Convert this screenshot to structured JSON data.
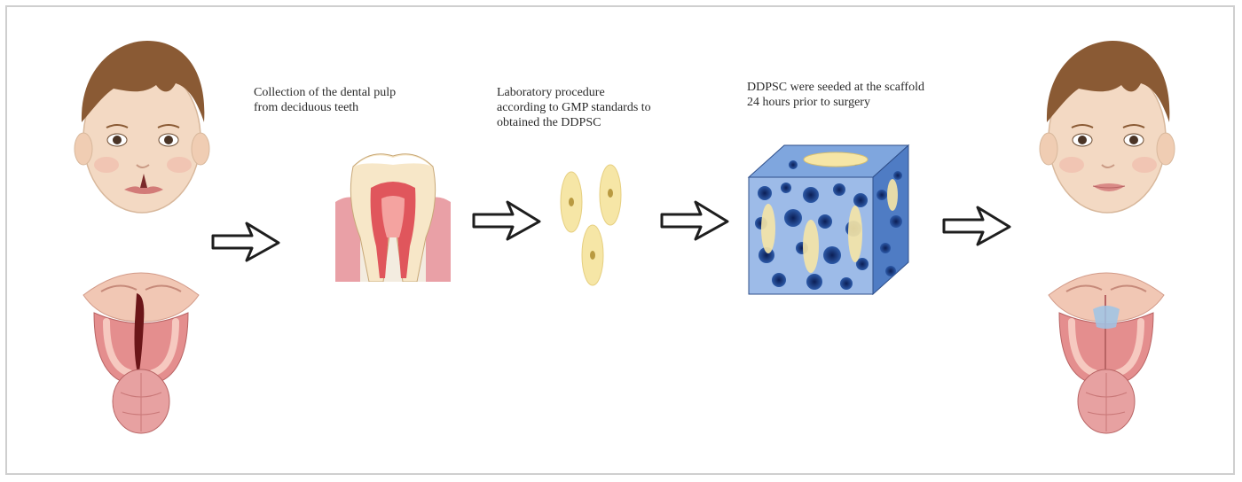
{
  "steps": [
    {
      "caption": "Collection of the dental pulp\nfrom deciduous teeth"
    },
    {
      "caption": "Laboratory procedure\naccording to GMP standards to\nobtained the DDPSC"
    },
    {
      "caption": "DDPSC were seeded at the scaffold\n24 hours prior to surgery"
    }
  ],
  "icons": {
    "child_before": "child-face-cleft-lip-icon",
    "palate_before": "cleft-palate-icon",
    "tooth": "tooth-cross-section-icon",
    "cells": "stem-cells-icon",
    "scaffold": "seeded-scaffold-icon",
    "child_after": "child-face-repaired-icon",
    "palate_after": "repaired-palate-icon",
    "arrow": "flow-arrow-icon"
  },
  "colors": {
    "skin": "#f3d9c3",
    "hair": "#8a5a34",
    "cell": "#f6e6a6",
    "scaffold": "#3f6fb8",
    "tooth_pulp": "#e0565c",
    "gum": "#e9a0a6"
  }
}
